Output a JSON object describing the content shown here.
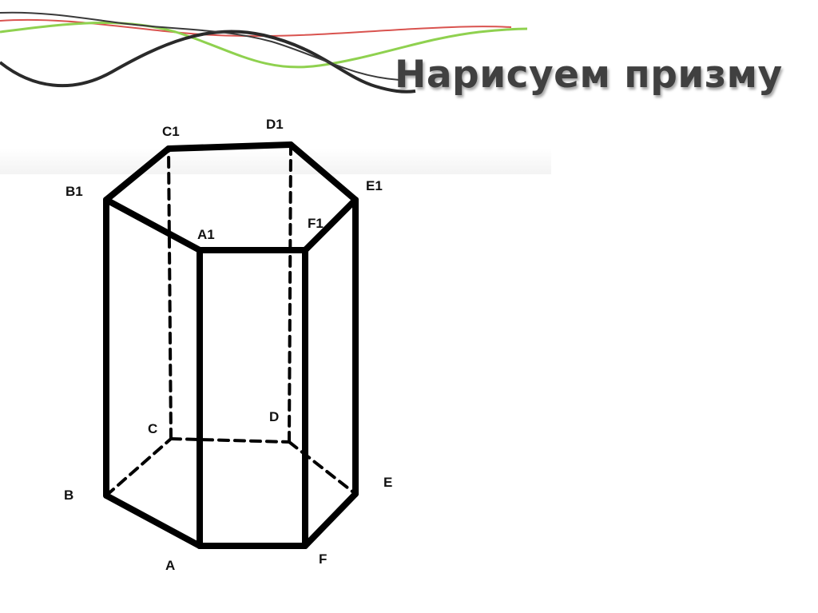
{
  "slide": {
    "title": "Нарисуем призму"
  },
  "decoration": {
    "swoosh_colors": [
      "#2a2a2a",
      "#2a2a2a",
      "#8fd14f",
      "#d9534f"
    ]
  },
  "diagram": {
    "labels": {
      "A": "A",
      "B": "B",
      "C": "C",
      "D": "D",
      "E": "E",
      "F": "F",
      "A1": "A1",
      "B1": "B1",
      "C1": "C1",
      "D1": "D1",
      "E1": "E1",
      "F1": "F1"
    }
  }
}
